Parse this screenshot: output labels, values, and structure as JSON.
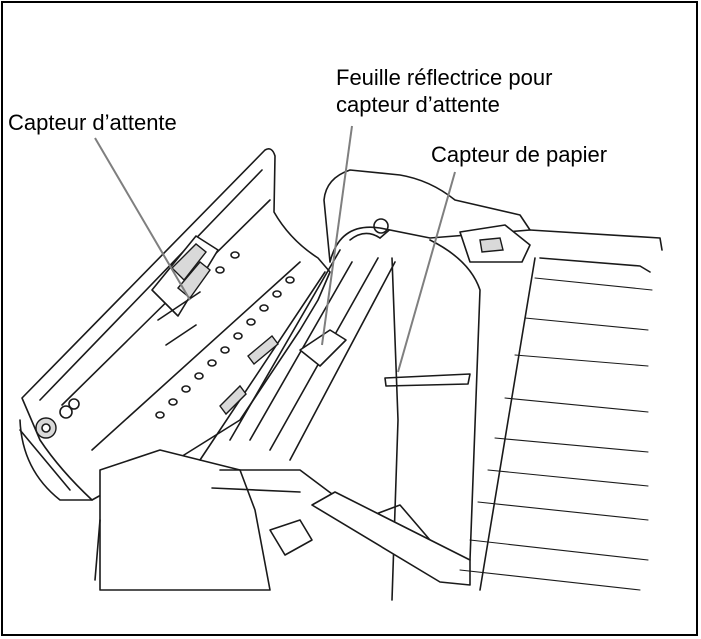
{
  "labels": {
    "wait_sensor": "Capteur d’attente",
    "reflector_line1": "Feuille réflectrice pour",
    "reflector_line2": "capteur d’attente",
    "paper_sensor": "Capteur de papier"
  },
  "colors": {
    "frame": "#000000",
    "leader": "#7f7f7f",
    "stroke": "#1a1a1a"
  }
}
